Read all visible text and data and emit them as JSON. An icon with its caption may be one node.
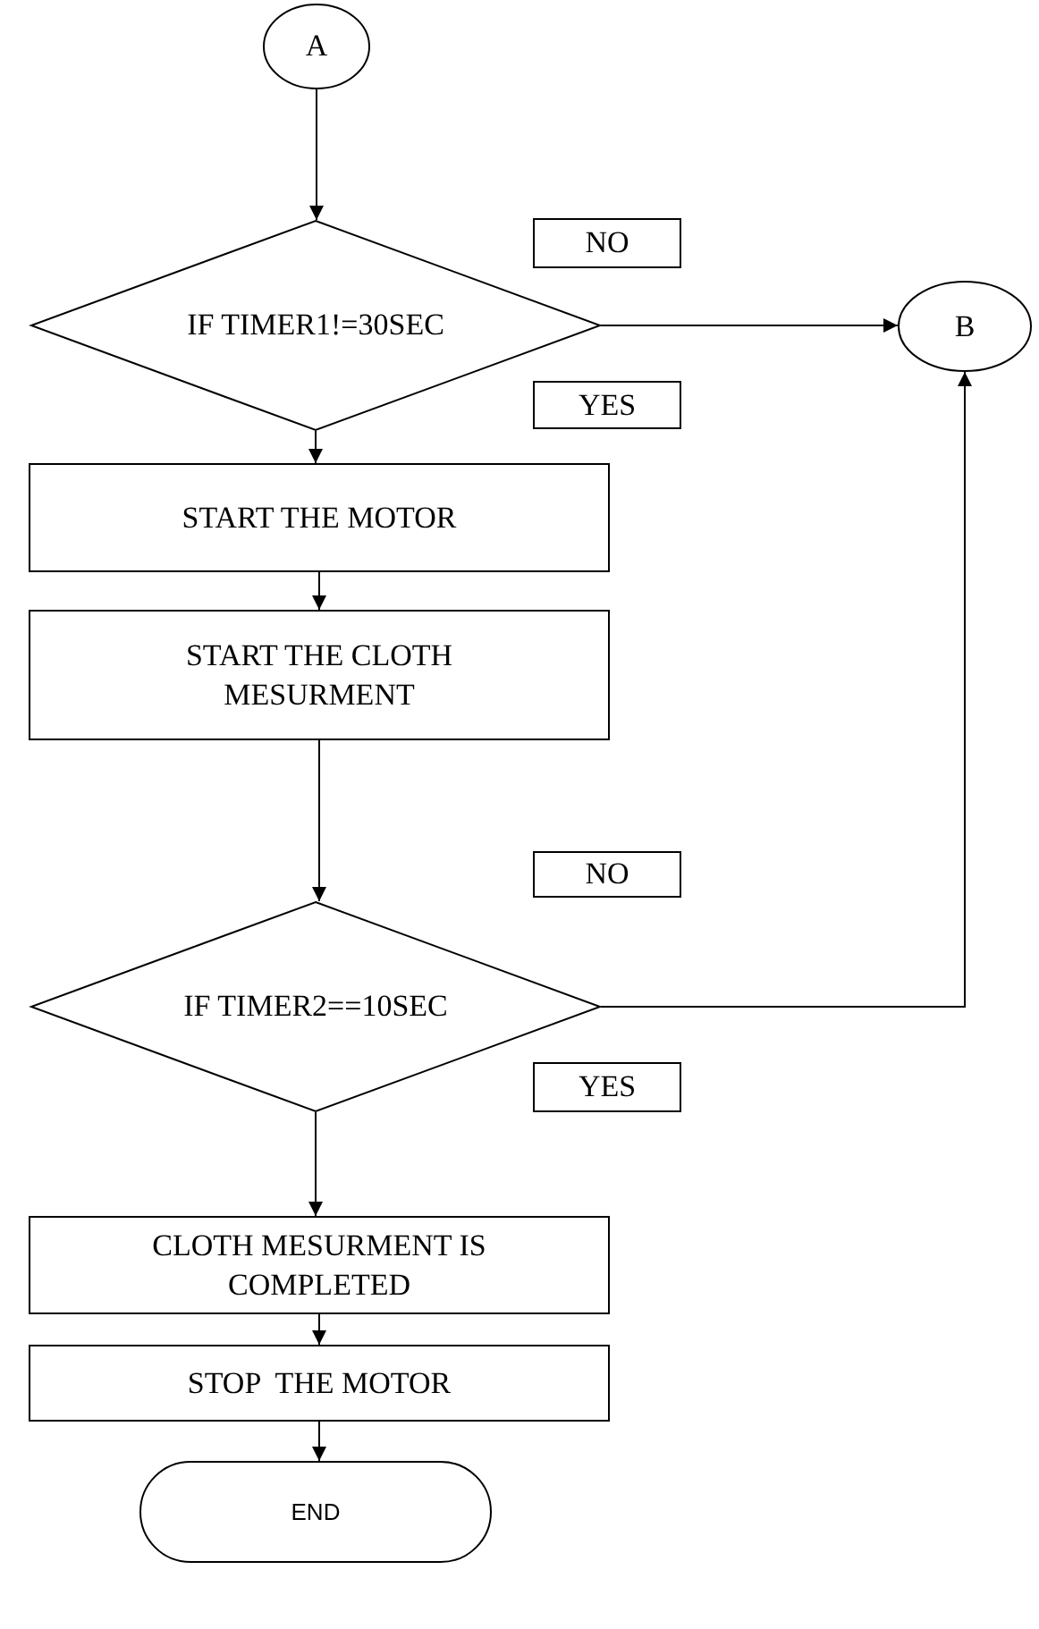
{
  "diagram": {
    "nodes": [
      {
        "text": [
          "A"
        ]
      },
      {
        "text": [
          "NO"
        ]
      },
      {
        "text": [
          "IF TIMER1!=30SEC"
        ]
      },
      {
        "text": [
          "B"
        ]
      },
      {
        "text": [
          "YES"
        ]
      },
      {
        "text": [
          "START THE MOTOR"
        ]
      },
      {
        "text": [
          "START THE CLOTH MESURMENT"
        ]
      },
      {
        "text": [
          "NO"
        ]
      },
      {
        "text": [
          "IF TIMER2==10SEC"
        ]
      },
      {
        "text": [
          "YES"
        ]
      },
      {
        "text": [
          "CLOTH MESURMENT IS COMPLETED"
        ]
      },
      {
        "text": [
          "STOP  THE MOTOR"
        ]
      },
      {
        "text": [
          "END"
        ]
      }
    ],
    "edges": [
      {
        "from": 0,
        "to": 2,
        "arrow": "to"
      },
      {
        "from": 2,
        "to": 3,
        "arrow": "to"
      },
      {
        "from": 2,
        "to": 5,
        "arrow": "to"
      },
      {
        "from": 5,
        "to": 6,
        "arrow": "to"
      },
      {
        "from": 6,
        "to": 8,
        "arrow": "to"
      },
      {
        "from": 8,
        "to": 3,
        "arrow": "to"
      },
      {
        "from": 8,
        "to": 10,
        "arrow": "to"
      },
      {
        "from": 10,
        "to": 11,
        "arrow": "to"
      },
      {
        "from": 11,
        "to": 12,
        "arrow": "to"
      }
    ]
  }
}
